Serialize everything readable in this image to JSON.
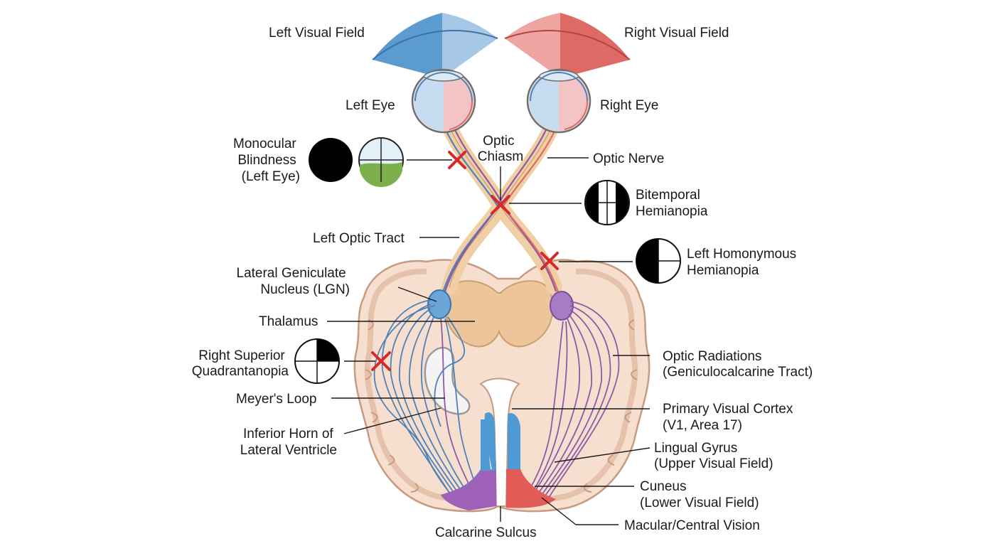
{
  "labels": {
    "left_visual_field": "Left Visual Field",
    "right_visual_field": "Right Visual Field",
    "left_eye": "Left Eye",
    "right_eye": "Right Eye",
    "monocular_blindness": [
      "Monocular",
      "Blindness",
      "(Left Eye)"
    ],
    "optic_chiasm": [
      "Optic",
      "Chiasm"
    ],
    "optic_nerve": "Optic Nerve",
    "bitemporal_hemianopia": [
      "Bitemporal",
      "Hemianopia"
    ],
    "left_optic_tract": "Left Optic Tract",
    "left_homonymous_hemianopia": [
      "Left Homonymous",
      "Hemianopia"
    ],
    "lgn": [
      "Lateral Geniculate",
      "Nucleus (LGN)"
    ],
    "thalamus": "Thalamus",
    "right_superior_quadrantanopia": [
      "Right Superior",
      "Quadrantanopia"
    ],
    "optic_radiations": [
      "Optic Radiations",
      "(Geniculocalcarine Tract)"
    ],
    "meyers_loop": "Meyer's Loop",
    "primary_visual_cortex": [
      "Primary Visual Cortex",
      "(V1, Area 17)"
    ],
    "inferior_horn": [
      "Inferior Horn of",
      "Lateral Ventricle"
    ],
    "lingual_gyrus": [
      "Lingual Gyrus",
      "(Upper Visual Field)"
    ],
    "cuneus": [
      "Cuneus",
      "(Lower Visual Field)"
    ],
    "calcarine_sulcus": "Calcarine Sulcus",
    "macular_vision": "Macular/Central Vision"
  },
  "colors": {
    "left_field": "#5b9bd0",
    "left_field_light": "#a6c8e6",
    "right_field": "#de6a66",
    "right_field_light": "#eea4a0",
    "brain": "#f6dfcf",
    "brain_outline": "#c79a82",
    "thalamus": "#ecc69a",
    "tract": "#f1cfa4",
    "nasal_fiber": "#8b5aa8",
    "temporal_fiber": "#4f82b8",
    "lesion": "#d42a2a",
    "lgn_left": "#6aa6d8",
    "lgn_right": "#a77cc4"
  }
}
